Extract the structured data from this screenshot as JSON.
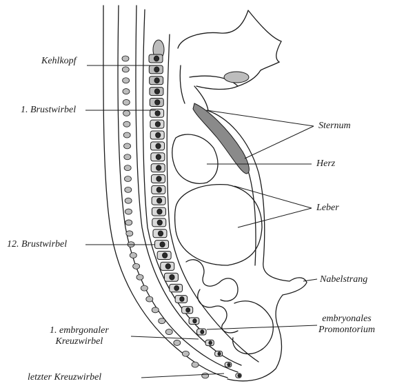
{
  "labels_left": {
    "kehlkopf": "Kehlkopf",
    "brustwirbel_1": "1. Brustwirbel",
    "brustwirbel_12": "12. Brustwirbel",
    "kreuzwirbel_1_line1": "1. embrgonaler",
    "kreuzwirbel_1_line2": "Kreuzwirbel",
    "letzter_kreuzwirbel": "letzter Kreuzwirbel"
  },
  "labels_right": {
    "sternum": "Sternum",
    "herz": "Herz",
    "leber": "Leber",
    "nabelstrang": "Nabelstrang",
    "promontorium_line1": "embryonales",
    "promontorium_line2": "Promontorium"
  },
  "colors": {
    "ink": "#1a1a1a",
    "tissue_dark": "#2b2b2b",
    "tissue_mid": "#8a8a8a",
    "tissue_light": "#bdbdbd"
  }
}
